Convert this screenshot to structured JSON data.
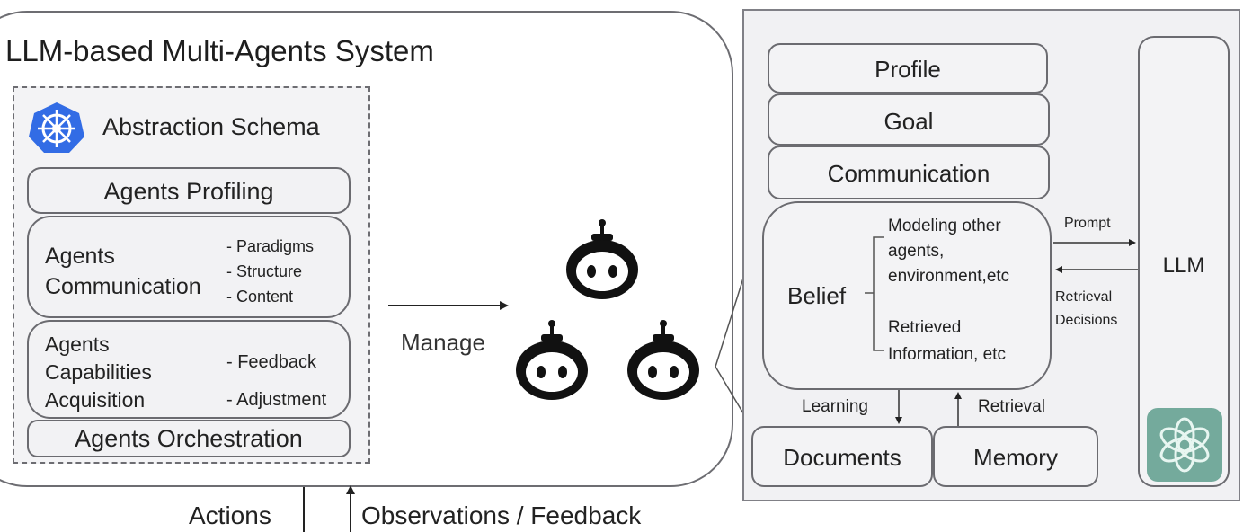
{
  "system": {
    "title": "LLM-based Multi-Agents System",
    "schema": {
      "icon": "kubernetes-helm-icon",
      "title": "Abstraction Schema",
      "layers": {
        "profiling": "Agents Profiling",
        "communication": {
          "label_line1": "Agents",
          "label_line2": "Communication",
          "items": [
            "- Paradigms",
            "- Structure",
            "- Content"
          ]
        },
        "capabilities": {
          "label_line1": "Agents",
          "label_line2": "Capabilities",
          "label_line3": "Acquisition",
          "items": [
            "- Feedback",
            "- Adjustment"
          ]
        },
        "orchestration": "Agents Orchestration"
      }
    },
    "manage_label": "Manage",
    "agents": [
      "robot-icon",
      "robot-icon",
      "robot-icon"
    ]
  },
  "environment": {
    "actions_label": "Actions",
    "observations_label": "Observations / Feedback"
  },
  "agent": {
    "profile": "Profile",
    "goal": "Goal",
    "communication": "Communication",
    "belief": {
      "label": "Belief",
      "item1_line1": "Modeling other",
      "item1_line2": "agents,",
      "item1_line3": "environment,etc",
      "item2_line1": "Retrieved",
      "item2_line2": "Information, etc"
    },
    "prompt_label": "Prompt",
    "retrieval_decisions_line1": "Retrieval",
    "retrieval_decisions_line2": "Decisions",
    "learning_label": "Learning",
    "retrieval_label": "Retrieval",
    "documents": "Documents",
    "memory": "Memory",
    "llm": {
      "label": "LLM",
      "icon": "openai-icon",
      "icon_color": "#74aa9c"
    }
  },
  "colors": {
    "kubernetes_blue": "#326ce5",
    "border": "#6b6b70",
    "panel_bg": "#f1f1f3"
  }
}
